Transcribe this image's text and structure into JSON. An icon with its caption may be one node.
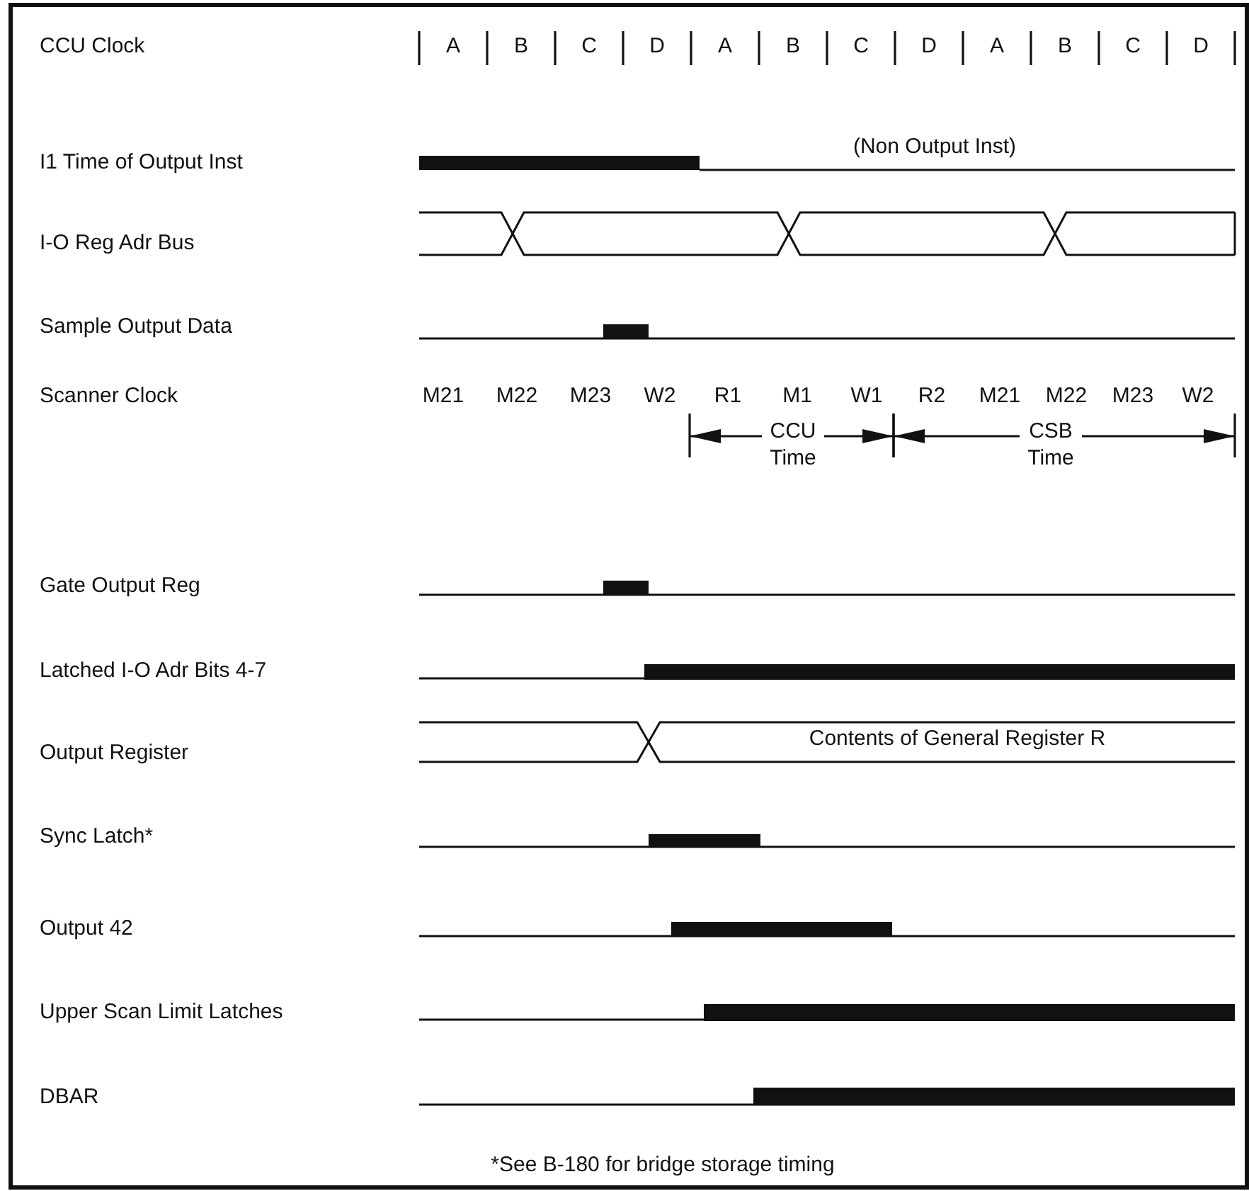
{
  "diagram": {
    "labels": [
      "CCU Clock",
      "A",
      "B",
      "C",
      "D",
      "A",
      "B",
      "C",
      "D",
      "A",
      "B",
      "C",
      "D",
      "I1 Time of Output Inst",
      "(Non Output Inst)",
      "I-O Reg Adr Bus",
      "Sample Output Data",
      "Scanner Clock",
      "M21",
      "M22",
      "M23",
      "W2",
      "R1",
      "M1",
      "W1",
      "R2",
      "M21",
      "M22",
      "M23",
      "W2",
      "CCU Time",
      "CSB Time",
      "Gate Output Reg",
      "Latched I-O Adr Bits 4-7",
      "Output Register",
      "Contents of General Register R",
      "Sync Latch*",
      "Output 42",
      "Upper Scan Limit Latches",
      "DBAR",
      "*See B-180 for bridge storage timing"
    ]
  }
}
